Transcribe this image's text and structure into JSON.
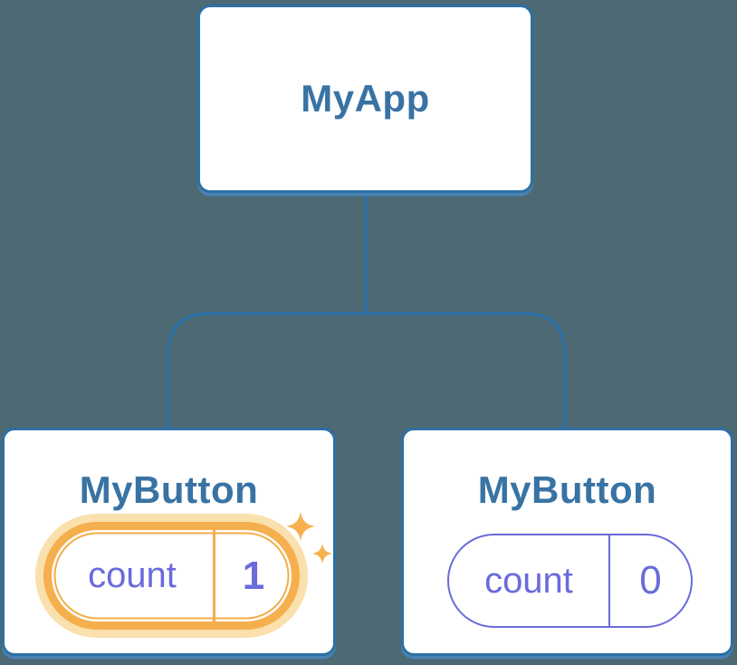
{
  "diagram": {
    "description": "React component tree with state highlight",
    "tree": {
      "root": {
        "label": "MyApp"
      },
      "children": [
        {
          "label": "MyButton",
          "state": {
            "key": "count",
            "value": "1"
          },
          "highlighted": true,
          "decoration": "sparkle-icons"
        },
        {
          "label": "MyButton",
          "state": {
            "key": "count",
            "value": "0"
          },
          "highlighted": false
        }
      ]
    }
  },
  "icons": {
    "sparkle_large": "four-pointed-star",
    "sparkle_small": "four-pointed-star"
  },
  "colors": {
    "background": "#4C6974",
    "node_background": "#FFFFFF",
    "node_border": "#2C70A5",
    "node_label": "#3873A3",
    "connector_line": "#2C70A5",
    "state_purple": "#6A6BDB",
    "highlight_orange": "#F5AF4D",
    "highlight_halo": "#FAE0AC",
    "sparkle": "#F6B04F"
  }
}
